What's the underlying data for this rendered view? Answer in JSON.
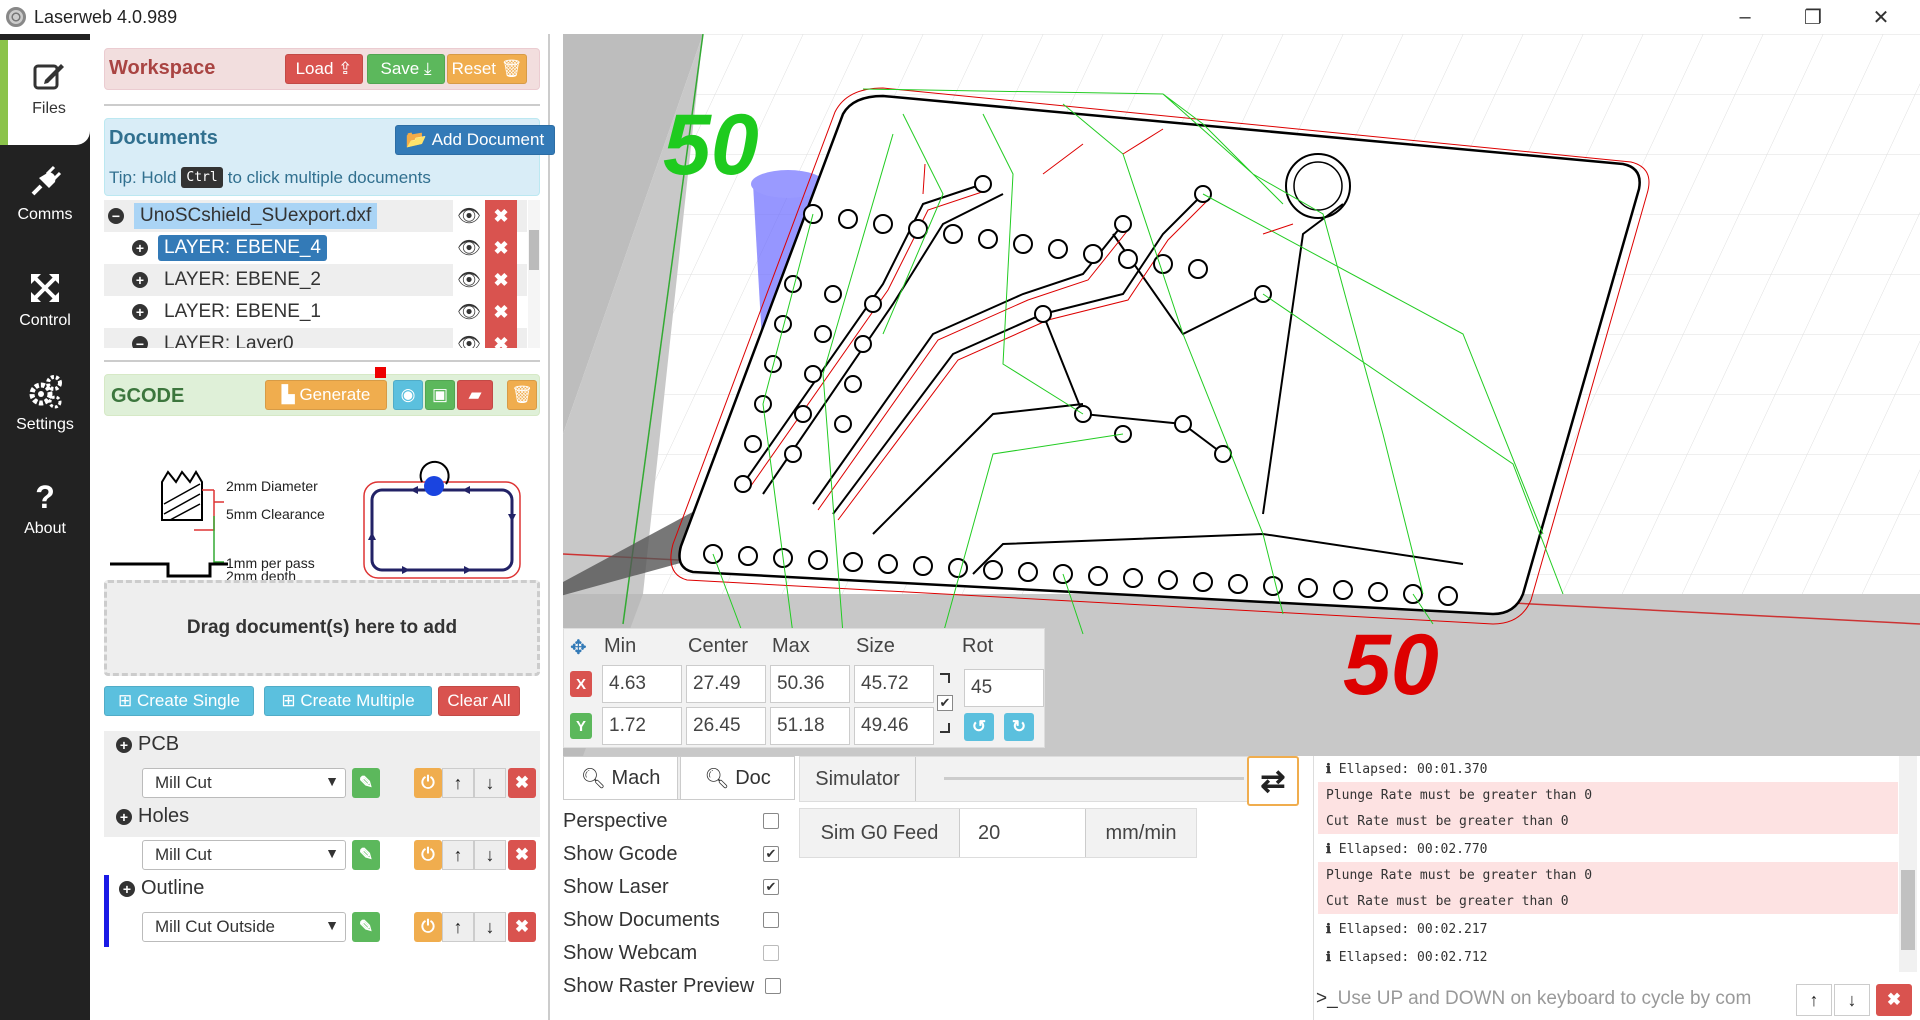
{
  "window": {
    "title": "Laserweb 4.0.989",
    "min": "–",
    "max": "❐",
    "close": "✕"
  },
  "nav": [
    {
      "label": "Files",
      "icon": "pencil-icon"
    },
    {
      "label": "Comms",
      "icon": "plug-icon"
    },
    {
      "label": "Control",
      "icon": "arrows-icon"
    },
    {
      "label": "Settings",
      "icon": "gears-icon"
    },
    {
      "label": "About",
      "icon": "question-icon"
    }
  ],
  "workspace": {
    "title": "Workspace",
    "load": "Load",
    "save": "Save",
    "reset": "Reset"
  },
  "documents": {
    "title": "Documents",
    "add": "Add Document",
    "tip_pre": "Tip: Hold",
    "tip_key": "Ctrl",
    "tip_post": "to click multiple documents",
    "tree": [
      "UnoSCshield_SUexport.dxf",
      "LAYER: EBENE_4",
      "LAYER: EBENE_2",
      "LAYER: EBENE_1",
      "LAYER: Layer0"
    ]
  },
  "gcode": {
    "title": "GCODE",
    "generate": "Generate",
    "diagram": {
      "diameter": "2mm Diameter",
      "clearance": "5mm Clearance",
      "pass": "1mm per pass",
      "depth": "2mm depth"
    }
  },
  "drop": {
    "text": "Drag document(s) here to add"
  },
  "create": {
    "single": "Create Single",
    "multiple": "Create Multiple",
    "clear": "Clear All"
  },
  "ops": [
    {
      "name": "PCB",
      "type": "Mill Cut"
    },
    {
      "name": "Holes",
      "type": "Mill Cut"
    },
    {
      "name": "Outline",
      "type": "Mill Cut Outside"
    }
  ],
  "viewport": {
    "label_left": "50",
    "label_right": "50"
  },
  "dims": {
    "headers": {
      "min": "Min",
      "center": "Center",
      "max": "Max",
      "size": "Size",
      "rot": "Rot"
    },
    "x": {
      "label": "X",
      "min": "4.63",
      "center": "27.49",
      "max": "50.36",
      "size": "45.72"
    },
    "y": {
      "label": "Y",
      "min": "1.72",
      "center": "26.45",
      "max": "51.18",
      "size": "49.46"
    },
    "rot": "45"
  },
  "view": {
    "mach": "Mach",
    "doc": "Doc",
    "simulator": "Simulator",
    "sim_g0": "Sim G0 Feed",
    "sim_g0_value": "20",
    "unit": "mm/min",
    "options": [
      {
        "label": "Perspective",
        "checked": false
      },
      {
        "label": "Show Gcode",
        "checked": true
      },
      {
        "label": "Show Laser",
        "checked": true
      },
      {
        "label": "Show Documents",
        "checked": false
      },
      {
        "label": "Show Webcam",
        "checked": false
      },
      {
        "label": "Show Raster Preview",
        "checked": false
      }
    ]
  },
  "console": {
    "lines": [
      {
        "text": "Ellapsed: 00:01.370",
        "type": "info"
      },
      {
        "text": "Plunge Rate must be greater than 0",
        "type": "err"
      },
      {
        "text": "Cut Rate must be greater than 0",
        "type": "err"
      },
      {
        "text": "Ellapsed: 00:02.770",
        "type": "info"
      },
      {
        "text": "Plunge Rate must be greater than 0",
        "type": "err"
      },
      {
        "text": "Cut Rate must be greater than 0",
        "type": "err"
      },
      {
        "text": "Ellapsed: 00:02.217",
        "type": "info"
      },
      {
        "text": "Ellapsed: 00:02.712",
        "type": "info"
      }
    ],
    "placeholder": "Use UP and DOWN on keyboard to cycle by com"
  }
}
